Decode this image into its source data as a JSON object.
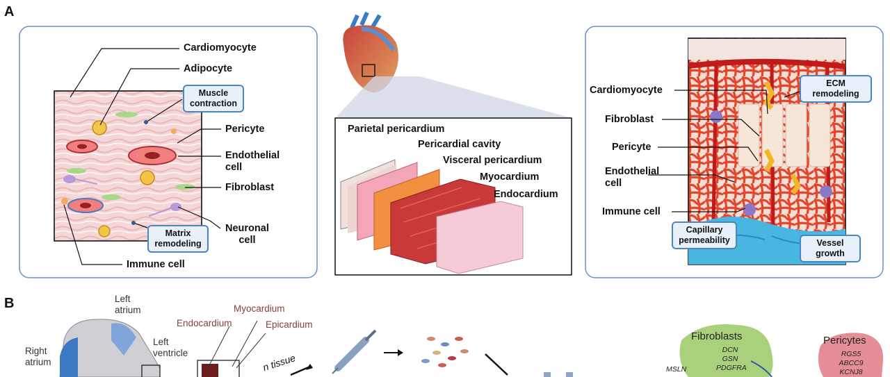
{
  "panels": {
    "a": "A",
    "b": "B"
  },
  "left_box": {
    "labels": {
      "cardiomyocyte": "Cardiomyocyte",
      "adipocyte": "Adipocyte",
      "pericyte": "Pericyte",
      "endothelial": "Endothelial\ncell",
      "fibroblast": "Fibroblast",
      "neuronal": "Neuronal\ncell",
      "immune": "Immune cell"
    },
    "callouts": {
      "muscle": "Muscle\ncontraction",
      "matrix": "Matrix\nremodeling"
    }
  },
  "layers": {
    "parietal": "Parietal pericardium",
    "cavity": "Pericardial cavity",
    "visceral": "Visceral pericardium",
    "myocardium": "Myocardium",
    "endocardium": "Endocardium"
  },
  "right_box": {
    "labels": {
      "cardiomyocyte": "Cardiomyocyte",
      "fibroblast": "Fibroblast",
      "pericyte": "Pericyte",
      "endothelial": "Endothelial\ncell",
      "immune": "Immune cell"
    },
    "callouts": {
      "ecm": "ECM\nremodeling",
      "capillary": "Capillary\npermeability",
      "vessel": "Vessel\ngrowth"
    }
  },
  "panel_b": {
    "left_atrium": "Left\natrium",
    "right_atrium": "Right\natrium",
    "left_ventricle": "Left\nventricle",
    "myocardium": "Myocardium",
    "endocardium": "Endocardium",
    "epicardium": "Epicardium",
    "tissue": "n tissue",
    "fibroblasts": {
      "title": "Fibroblasts",
      "genes": "DCN\nGSN\nPDGFRA"
    },
    "mesln": "MSLN",
    "pericytes": {
      "title": "Pericytes",
      "genes": "RGS5\nABCC9\nKCNJ8"
    }
  },
  "colors": {
    "callout_border": "#4a86c0",
    "panel_border": "#6a90c0",
    "vessel_red": "#e04a2a",
    "epicardium_text": "#8c3a3a"
  }
}
